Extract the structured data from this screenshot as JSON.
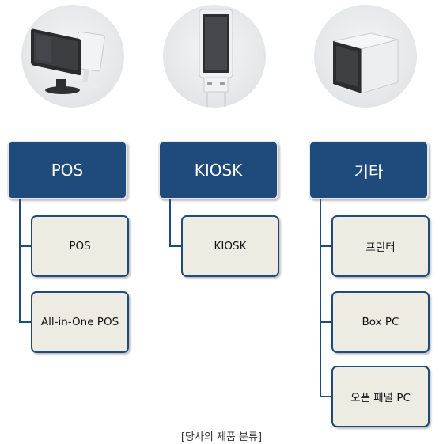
{
  "columns": [
    {
      "header": "POS",
      "image_icon": "pos-terminal-icon",
      "items": [
        "POS",
        "All-in-One POS"
      ]
    },
    {
      "header": "KIOSK",
      "image_icon": "kiosk-icon",
      "items": [
        "KIOSK"
      ]
    },
    {
      "header": "기타",
      "image_icon": "printer-icon",
      "items": [
        "프린터",
        "Box PC",
        "오픈 패널 PC"
      ]
    }
  ],
  "caption": "[당사의 제품 분류]",
  "colors": {
    "header_fill": "#1f4a7c",
    "item_fill": "#eeebe3",
    "connector": "#1f4a7c"
  }
}
